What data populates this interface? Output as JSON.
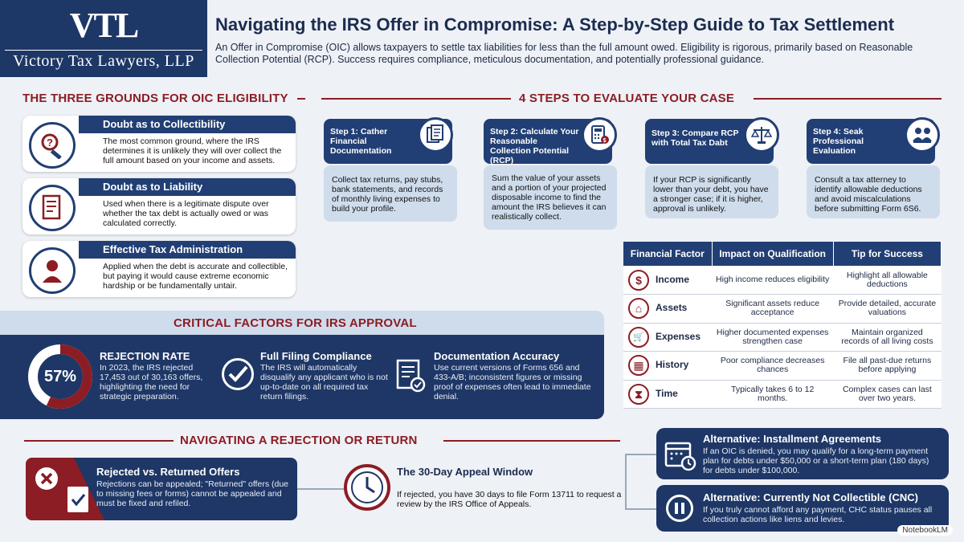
{
  "header": {
    "logo_mark": "VTL",
    "logo_name": "Victory Tax Lawyers, LLP",
    "title": "Navigating the IRS Offer in Compromise: A Step-by-Step Guide to Tax Settlement",
    "subtitle": "An Offer in Compromise (OIC) allows taxpayers to settle tax liabilities for less than the full amount owed. Eligibility is rigorous, primarily based on Reasonable Collection Potential (RCP). Success requires compliance, meticulous documentation, and potentially professional guidance."
  },
  "grounds": {
    "title": "THE THREE GROUNDS FOR OIC ELIGIBILITY",
    "items": [
      {
        "heading": "Doubt as to Collectibility",
        "text": "The most common ground, where the IRS determines it is unlikely they will over collect the full amount based on your income and assets.",
        "icon": "gavel-icon"
      },
      {
        "heading": "Doubt as to Liability",
        "text": "Used when there is a legitimate dispute over whether the tax debt is actually owed or was calculated correctly.",
        "icon": "document-icon"
      },
      {
        "heading": "Effective Tax Administration",
        "text": "Applied when the debt is accurate and collectible, but paying it would cause extreme economic hardship or be fundamentally untair.",
        "icon": "distressed-person-icon"
      }
    ]
  },
  "steps": {
    "title": "4 STEPS TO EVALUATE YOUR CASE",
    "items": [
      {
        "heading": "Step 1: Cather Financial Documentation",
        "text": "Collect tax returns, pay stubs, bank statements, and records of monthly living expenses to build your profile.",
        "icon": "documents-icon"
      },
      {
        "heading": "Step 2: Calculate Your Reasonable Collection Potential (RCP)",
        "text": "Sum the value of your assets and a portion of your projected disposable income to find the amount the IRS believes it can realistically collect.",
        "icon": "calculator-icon"
      },
      {
        "heading": "Step 3: Compare RCP with Total Tax Dabt",
        "text": "If your RCP is significantly lower than your debt, you have a stronger case; if it is higher, approval is unlikely.",
        "icon": "scales-icon"
      },
      {
        "heading": "Step 4: Seak Professional Evaluation",
        "text": "Consult a tax atterney to identify allowable deductions and avoid miscalculations before submitting Form 6S6.",
        "icon": "consultation-icon"
      }
    ]
  },
  "table": {
    "headers": [
      "Financial Factor",
      "Impact on Qualification",
      "Tip for Success"
    ],
    "rows": [
      {
        "factor": "Income",
        "impact": "High income reduces eligibility",
        "tip": "Highlight all allowable deductions",
        "icon": "dollar-icon",
        "glyph": "$"
      },
      {
        "factor": "Assets",
        "impact": "Significant assets reduce acceptance",
        "tip": "Provide detailed, accurate valuations",
        "icon": "house-car-icon",
        "glyph": "⌂"
      },
      {
        "factor": "Expenses",
        "impact": "Higher documented expenses strengthen case",
        "tip": "Maintain organized records of all living costs",
        "icon": "cart-icon",
        "glyph": "🛒"
      },
      {
        "factor": "History",
        "impact": "Poor compliance decreases chances",
        "tip": "File all past-due returns before applying",
        "icon": "calendar-icon",
        "glyph": "▦"
      },
      {
        "factor": "Time",
        "impact": "Typically takes 6 to 12 months.",
        "tip": "Complex cases can last over two years.",
        "icon": "hourglass-icon",
        "glyph": "⧗"
      }
    ]
  },
  "critical": {
    "title": "CRITICAL FACTORS FOR IRS APPROVAL",
    "rate_value": "57%",
    "rate_fraction": 0.57,
    "rate_heading": "REJECTION RATE",
    "rate_text": "In 2023, the IRS rejected 17,453 out of 30,163 offers, highlighting the need for strategic preparation.",
    "filing_heading": "Full Filing Compliance",
    "filing_text": "The IRS will automatically disqualify any applicant who is not up-to-date on all required tax return filings.",
    "doc_heading": "Documentation Accuracy",
    "doc_text": "Use current versions of Forms 656 and 433-A/B; inconsistent figures or missing proof of expenses often lead to immediate denial."
  },
  "rejection": {
    "title": "NAVIGATING A REJECTION OR RETURN",
    "card_heading": "Rejected vs. Returned Offers",
    "card_text": "Rejections can be appealed; \"Returned\" offers (due to missing fees or forms) cannot be appealed and must be fixed and refiled.",
    "appeal_heading": "The 30-Day Appeal Window",
    "appeal_text": "If rejected, you have 30 days to file Form 13711 to request a review by the IRS Office of Appeals."
  },
  "alternatives": [
    {
      "heading": "Alternative: Installment Agreements",
      "text": "If an OIC is denied, you may qualify for a long-term payment plan for debts under $50,000 or a short-term plan (180 days) for debts under $100,000.",
      "icon": "calendar-clock-icon"
    },
    {
      "heading": "Alternative: Currently Not Collectible (CNC)",
      "text": "If you truly cannot afford any payment, CHC status pauses all collection actions like liens and levies.",
      "icon": "pause-icon"
    }
  ],
  "watermark": "NotebookLM",
  "colors": {
    "navy": "#1e3766",
    "maroon": "#8c1d24",
    "light_blue": "#cfdcec"
  }
}
